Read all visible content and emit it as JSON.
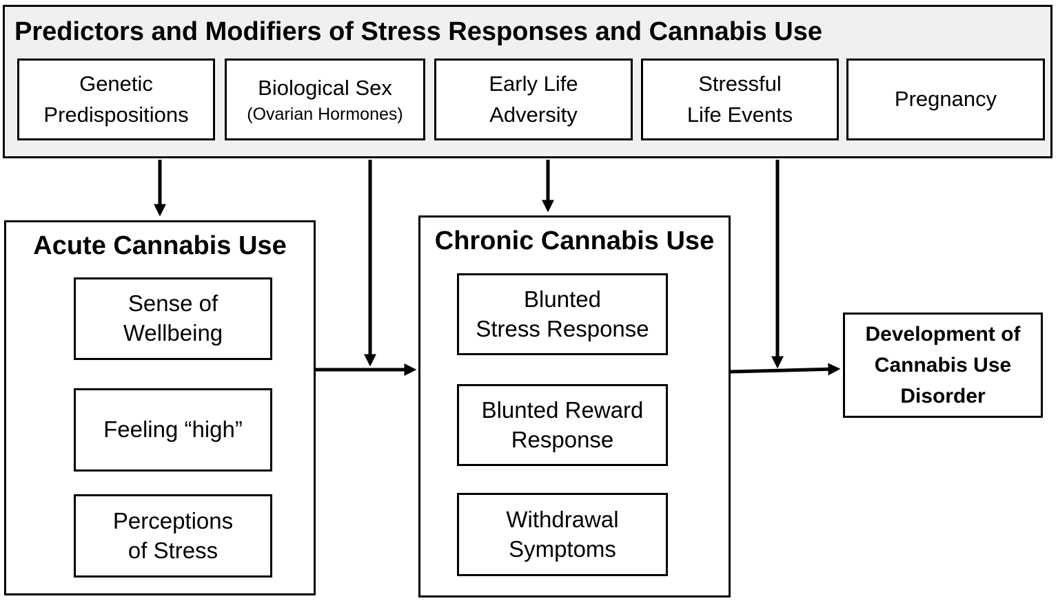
{
  "colors": {
    "line": "#000000",
    "panel_background": "#f0f0f0",
    "box_background": "#ffffff",
    "text": "#000000"
  },
  "predictors": {
    "title": "Predictors and Modifiers of Stress Responses and Cannabis Use",
    "boxes": [
      {
        "main": "Genetic\nPredispositions",
        "sub": ""
      },
      {
        "main": "Biological Sex",
        "sub": "(Ovarian Hormones)"
      },
      {
        "main": "Early Life\nAdversity",
        "sub": ""
      },
      {
        "main": "Stressful\nLife Events",
        "sub": ""
      },
      {
        "main": "Pregnancy",
        "sub": ""
      }
    ]
  },
  "acute": {
    "title": "Acute Cannabis Use",
    "items": [
      "Sense of\nWellbeing",
      "Feeling “high”",
      "Perceptions\nof Stress"
    ]
  },
  "chronic": {
    "title": "Chronic Cannabis Use",
    "items": [
      "Blunted\nStress Response",
      "Blunted Reward\nResponse",
      "Withdrawal\nSymptoms"
    ]
  },
  "outcome": {
    "label": "Development of\nCannabis Use\nDisorder"
  },
  "connections": [
    {
      "from": "predictors-panel",
      "to": "acute-cannabis-use"
    },
    {
      "from": "predictors-panel",
      "to": "acute-to-chronic-link"
    },
    {
      "from": "predictors-panel",
      "to": "chronic-cannabis-use"
    },
    {
      "from": "predictors-panel",
      "to": "chronic-to-cud-link"
    },
    {
      "from": "acute-cannabis-use",
      "to": "chronic-cannabis-use"
    },
    {
      "from": "chronic-cannabis-use",
      "to": "development-of-cannabis-use-disorder"
    },
    {
      "from": "perceptions-of-stress",
      "to": "sense-of-wellbeing"
    }
  ]
}
